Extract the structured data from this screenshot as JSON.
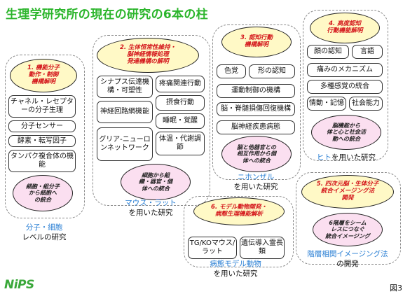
{
  "title": "生理学研究所の現在の研究の6本の柱",
  "pillars": {
    "p1": {
      "heading": [
        "1. 機能分子",
        "動作・制御",
        "機構解明"
      ],
      "items": [
        "チャネル・レセプターの分子生理",
        "分子センサー",
        "酵素・転写因子",
        "タンパク複合体の機能"
      ],
      "integration": [
        "細胞・組分子",
        "から細胞へ",
        "の統合"
      ],
      "caption_highlight": "分子・細胞",
      "caption_rest": "レベルの研究"
    },
    "p2": {
      "heading": [
        "2. 生体恒常性維持・",
        "脳神経情報処理",
        "発達機構の解明"
      ],
      "items": [
        "シナプス伝達機構・可塑性",
        "神経回路網機能",
        "グリア-ニューロンネットワーク",
        "疼痛関連行動",
        "摂食行動",
        "睡眠・覚醒",
        "体温・代謝調節"
      ],
      "integration": [
        "細胞から組",
        "織・器官・個",
        "体への統合"
      ],
      "caption_highlight": "マウス・ラット",
      "caption_rest": "を用いた研究"
    },
    "p3": {
      "heading": [
        "3. 認知行動",
        "機構解明"
      ],
      "items": [
        "色覚",
        "形の認知",
        "運動制御の機構",
        "脳・脊髄損傷回復機構",
        "脳神経疾患病態"
      ],
      "integration": [
        "脳と他器官との",
        "相互作用から個",
        "体への統合"
      ],
      "caption_highlight": "ニホンザル",
      "caption_rest": "を用いた研究"
    },
    "p4": {
      "heading": [
        "4. 高度認知",
        "行動機能解明"
      ],
      "items": [
        "顔の認知",
        "言語",
        "痛みのメカニズム",
        "多種感覚の統合",
        "情動・記憶",
        "社会能力"
      ],
      "integration": [
        "脳機能から",
        "体と心と社会活",
        "動への統合"
      ],
      "caption_highlight": "ヒト",
      "caption_rest": "を用いた研究"
    },
    "p5": {
      "heading": [
        "5. 四次元脳・生体分子",
        "統合イメージング法",
        "開発"
      ],
      "integration": [
        "6階層をシーム",
        "レスにつなぐ",
        "統合イメージング"
      ],
      "caption_highlight": "階層相関イメージング法",
      "caption_rest": "の開発"
    },
    "p6": {
      "heading": [
        "6. モデル動物開発・",
        "病態生理機能解析"
      ],
      "items": [
        "TG/KOマウス/ラット",
        "遺伝導入霊長類"
      ],
      "caption_highlight": "病態モデル動物",
      "caption_rest": "を用いた研究"
    }
  },
  "logo": "NiPS",
  "figure_label": "図3"
}
